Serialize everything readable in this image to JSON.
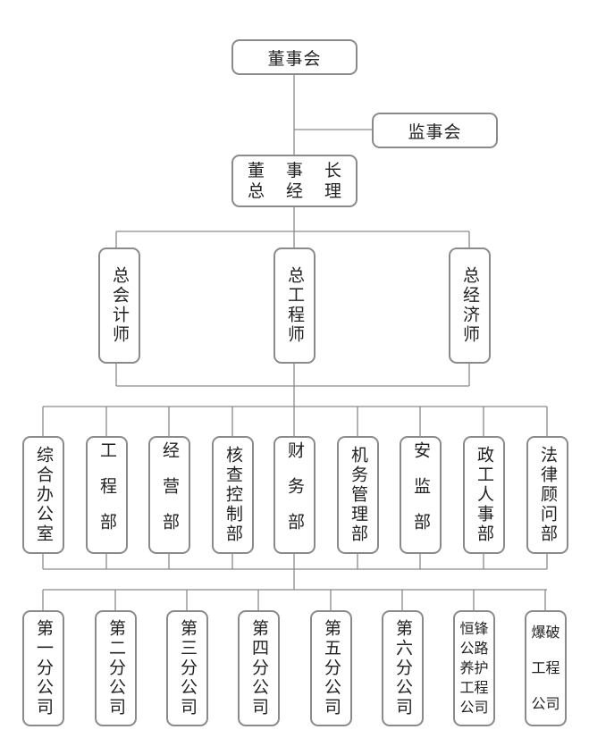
{
  "board": "董事会",
  "supervisory_board": "监事会",
  "chairman": {
    "line1": "董 事 长",
    "line2": "总 经 理"
  },
  "chiefs": [
    {
      "key": "chief-accountant",
      "label": "总会计师"
    },
    {
      "key": "chief-engineer",
      "label": "总工程师"
    },
    {
      "key": "chief-economist",
      "label": "总经济师"
    }
  ],
  "departments": [
    {
      "key": "general-office",
      "label": "综合办公室"
    },
    {
      "key": "engineering-dept",
      "label": "工程部"
    },
    {
      "key": "operations-dept",
      "label": "经营部"
    },
    {
      "key": "audit-control-dept",
      "label": "核查控制部"
    },
    {
      "key": "finance-dept",
      "label": "财务部"
    },
    {
      "key": "machinery-dept",
      "label": "机务管理部"
    },
    {
      "key": "safety-dept",
      "label": "安监部"
    },
    {
      "key": "hr-dept",
      "label": "政工人事部"
    },
    {
      "key": "legal-dept",
      "label": "法律顾问部"
    }
  ],
  "branches": [
    {
      "key": "branch-1",
      "label": "第一分公司"
    },
    {
      "key": "branch-2",
      "label": "第二分公司"
    },
    {
      "key": "branch-3",
      "label": "第三分公司"
    },
    {
      "key": "branch-4",
      "label": "第四分公司"
    },
    {
      "key": "branch-5",
      "label": "第五分公司"
    },
    {
      "key": "branch-6",
      "label": "第六分公司"
    },
    {
      "key": "hengfeng",
      "rows": [
        "恒锋",
        "公路",
        "养护",
        "工程",
        "公司"
      ]
    },
    {
      "key": "blasting",
      "rows": [
        "爆破",
        "工程",
        "公司"
      ]
    }
  ]
}
